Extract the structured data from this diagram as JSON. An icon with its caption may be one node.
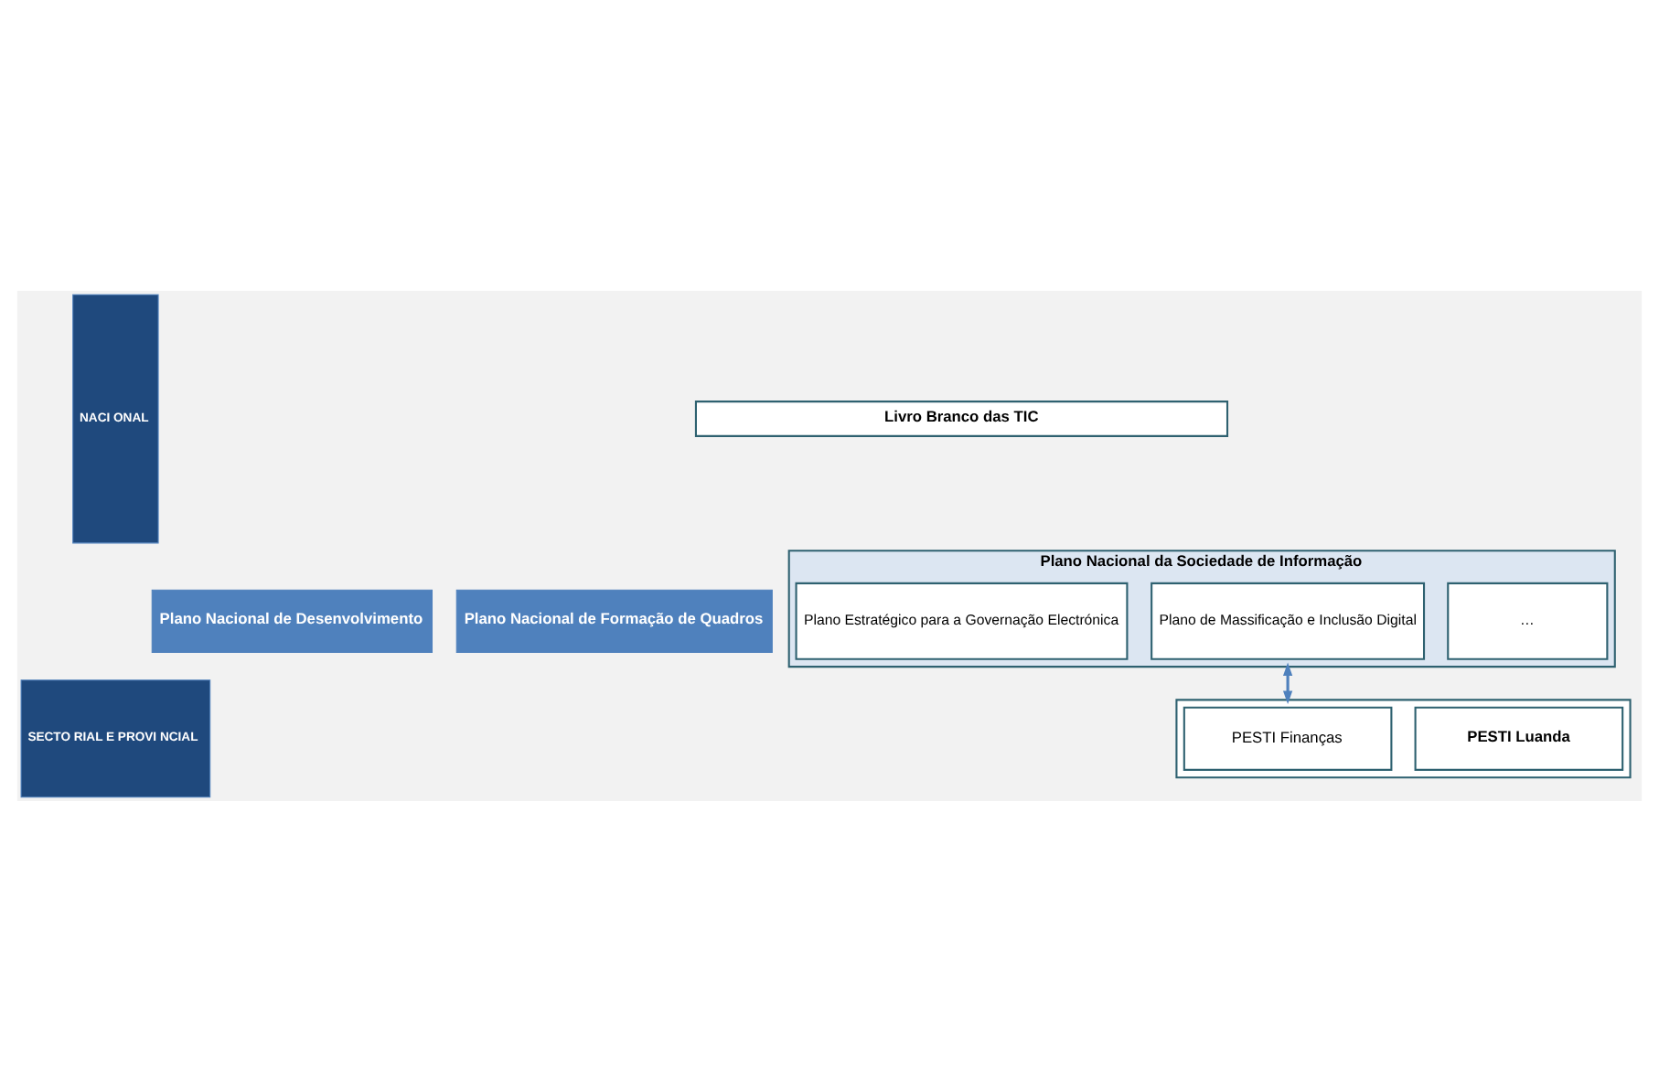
{
  "diagram": {
    "nodes": [
      {
        "text": [
          "NACI ONAL"
        ]
      },
      {
        "text": [
          "Plano Nacional de Desenvolvimento"
        ]
      },
      {
        "text": [
          "Plano Nacional de Formação de Quadros"
        ]
      },
      {
        "text": [
          "Livro Branco das TIC"
        ]
      },
      {
        "text": [
          "Plano Nacional da Sociedade de Informação"
        ]
      },
      {
        "text": [
          "Plano Estratégico para a Governação Electrónica"
        ],
        "in": 4
      },
      {
        "text": [
          "Plano de Massificação e Inclusão Digital"
        ],
        "in": 4
      },
      {
        "text": [
          "…"
        ],
        "in": 4
      },
      {
        "text": [
          "SECTO RIAL E PROVI NCIAL"
        ]
      },
      {
        "text": [],
        "shape": "box"
      },
      {
        "text": [
          "PESTI Finanças"
        ],
        "in": 9
      },
      {
        "text": [
          "PESTI Luanda"
        ],
        "in": 9
      }
    ],
    "edges": [
      {
        "from": 4,
        "to": 9,
        "arrow": "both"
      }
    ]
  }
}
